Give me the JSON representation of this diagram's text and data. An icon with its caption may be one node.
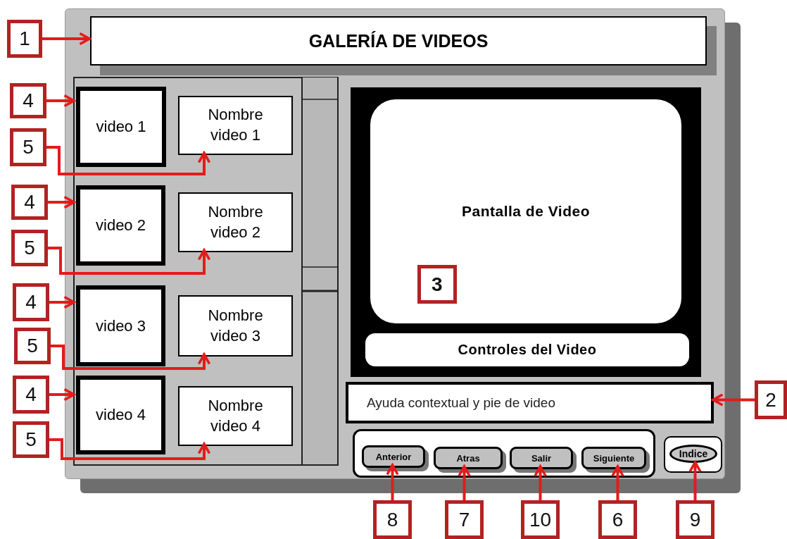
{
  "diagram": {
    "nodes": [
      {
        "text": [],
        "shape": "box"
      },
      {
        "text": [
          "GALERÍA DE VIDEOS"
        ],
        "in": 0
      },
      {
        "text": [],
        "shape": "box",
        "in": 0
      },
      {
        "text": [
          "video 1"
        ],
        "in": 2
      },
      {
        "text": [
          "Nombre video 1"
        ],
        "in": 2
      },
      {
        "text": [
          "video 2"
        ],
        "in": 2
      },
      {
        "text": [
          "Nombre video 2"
        ],
        "in": 2
      },
      {
        "text": [
          "video 3"
        ],
        "in": 2
      },
      {
        "text": [
          "Nombre video 3"
        ],
        "in": 2
      },
      {
        "text": [
          "video 4"
        ],
        "in": 2
      },
      {
        "text": [
          "Nombre video 4"
        ],
        "in": 2
      },
      {
        "text": [],
        "shape": "box",
        "in": 0
      },
      {
        "text": [
          "Pantalla de Video"
        ],
        "in": 11
      },
      {
        "text": [
          "3"
        ],
        "in": 12
      },
      {
        "text": [
          "Controles del Video"
        ],
        "in": 11
      },
      {
        "text": [
          "Ayuda contextual y pie de video"
        ],
        "in": 0
      },
      {
        "text": [],
        "shape": "box",
        "in": 0
      },
      {
        "text": [
          "Anterior"
        ],
        "in": 16
      },
      {
        "text": [
          "Atras"
        ],
        "in": 16
      },
      {
        "text": [
          "Salir"
        ],
        "in": 16
      },
      {
        "text": [
          "Siguiente"
        ],
        "in": 16
      },
      {
        "text": [
          "Indice"
        ],
        "in": 0
      },
      {
        "text": [
          "1"
        ]
      },
      {
        "text": [
          "4"
        ]
      },
      {
        "text": [
          "5"
        ]
      },
      {
        "text": [
          "4"
        ]
      },
      {
        "text": [
          "5"
        ]
      },
      {
        "text": [
          "4"
        ]
      },
      {
        "text": [
          "5"
        ]
      },
      {
        "text": [
          "4"
        ]
      },
      {
        "text": [
          "5"
        ]
      },
      {
        "text": [
          "2"
        ]
      },
      {
        "text": [
          "8"
        ]
      },
      {
        "text": [
          "7"
        ]
      },
      {
        "text": [
          "10"
        ]
      },
      {
        "text": [
          "6"
        ]
      },
      {
        "text": [
          "9"
        ]
      }
    ],
    "edges": [
      {
        "from": 22,
        "to": 1,
        "arrow": "to"
      },
      {
        "from": 23,
        "to": 3,
        "arrow": "to"
      },
      {
        "from": 24,
        "to": 4,
        "arrow": "to"
      },
      {
        "from": 25,
        "to": 5,
        "arrow": "to"
      },
      {
        "from": 26,
        "to": 6,
        "arrow": "to"
      },
      {
        "from": 27,
        "to": 7,
        "arrow": "to"
      },
      {
        "from": 28,
        "to": 8,
        "arrow": "to"
      },
      {
        "from": 29,
        "to": 9,
        "arrow": "to"
      },
      {
        "from": 30,
        "to": 10,
        "arrow": "to"
      },
      {
        "from": 31,
        "to": 15,
        "arrow": "to"
      },
      {
        "from": 32,
        "to": 17,
        "arrow": "to"
      },
      {
        "from": 33,
        "to": 18,
        "arrow": "to"
      },
      {
        "from": 34,
        "to": 19,
        "arrow": "to"
      },
      {
        "from": 35,
        "to": 20,
        "arrow": "to"
      },
      {
        "from": 36,
        "to": 21,
        "arrow": "to"
      }
    ]
  }
}
